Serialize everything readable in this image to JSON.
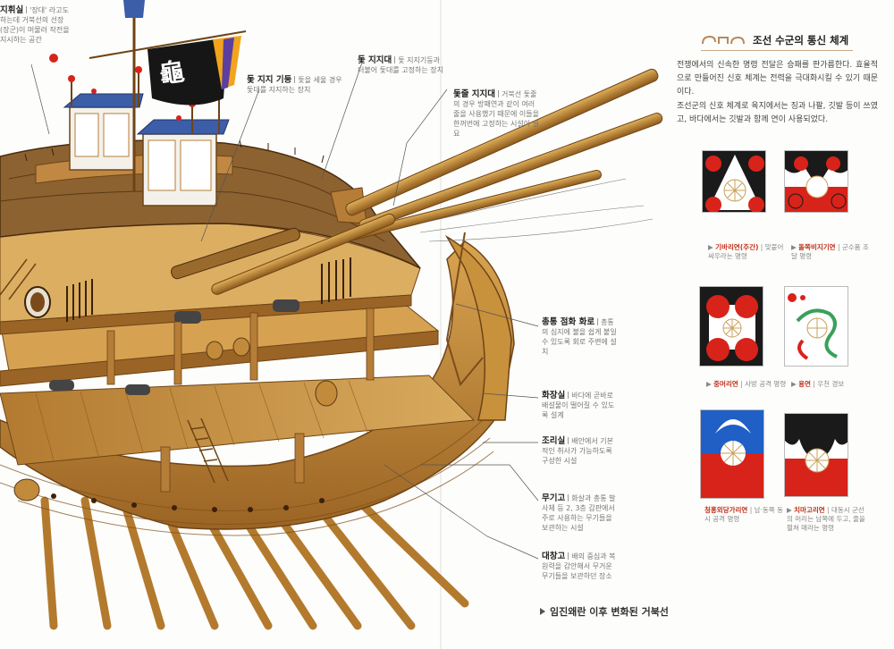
{
  "callouts": {
    "command_room": {
      "title": "지휘실",
      "desc": "'장대' 라고도 하는데 거북선의 선장(장군)이 머물러 작전을 지시하는 공간"
    },
    "sail_pole": {
      "title": "돛 지지 기둥",
      "desc": "돛을 세울 경우 돛대를 지지하는 장치"
    },
    "mast_stand": {
      "title": "돛 지지대",
      "desc": "돛 지지기둥과 더불어 돛대를 고정하는 장치"
    },
    "rope_stand": {
      "title": "돛줄 지지대",
      "desc": "거북선 돛줄의 경우 방패연과 같이 여러 줄을 사용했기 때문에 이들을 한꺼번에 고정하는 시설이 필요"
    },
    "cannon_fire": {
      "title": "총통 점화 화로",
      "desc": "총통의 심지에 불을 쉽게 붙일 수 있도록 회로 주변에 설치"
    },
    "toilet": {
      "title": "화장실",
      "desc": "바다에 곧바로 배설물이 떨어질 수 있도록 설계"
    },
    "galley": {
      "title": "조리실",
      "desc": "배안에서 기본적인 취사가 가능하도록 구성한 시설"
    },
    "armory": {
      "title": "무기고",
      "desc": "화살과 총통 발사체 등 2, 3층 갑판에서 주로 사용하는 무기들을 보관하는 시설"
    },
    "big_storage": {
      "title": "대창고",
      "desc": "배의 중심과 복원력을 감안해서 무거운 무기들을 보관하던 장소"
    }
  },
  "caption": "임진왜란 이후 변화된 거북선",
  "section": {
    "title": "조선 수군의 통신 체계",
    "para1": "전쟁에서의 신속한 명령 전달은 승패를 판가름한다. 효율적으로 만들어진 신호 체계는 전력을 극대화시킬 수 있기 때문이다.",
    "para2": "조선군의 신호 체계로 육지에서는 징과 나팔, 깃발 등이 쓰였고, 바다에서는 깃발과 함께 연이 사용되었다."
  },
  "flags": [
    {
      "name": "기바리연(주간)",
      "desc": "맞붙어 싸우라는 명령"
    },
    {
      "name": "돌쪽비지기연",
      "desc": "군수품 조달 명령"
    },
    {
      "name": "중머리연",
      "desc": "사방 공격 명령"
    },
    {
      "name": "용연",
      "desc": "우천 경보"
    },
    {
      "name": "청홍외당가리연",
      "desc": "남·동쪽 동시 공격 명령"
    },
    {
      "name": "치마고리연",
      "desc": "대동시 군선의 머리는 남쪽에 두고, 줄을 펼쳐 매라는 명령"
    }
  ],
  "banner_char": "龜",
  "colors": {
    "wood": "#c8913c",
    "dark_wood": "#6e4416",
    "flag_red": "#d8231a",
    "flag_blue": "#1f5fc6",
    "title_deco": "#b8895f"
  }
}
